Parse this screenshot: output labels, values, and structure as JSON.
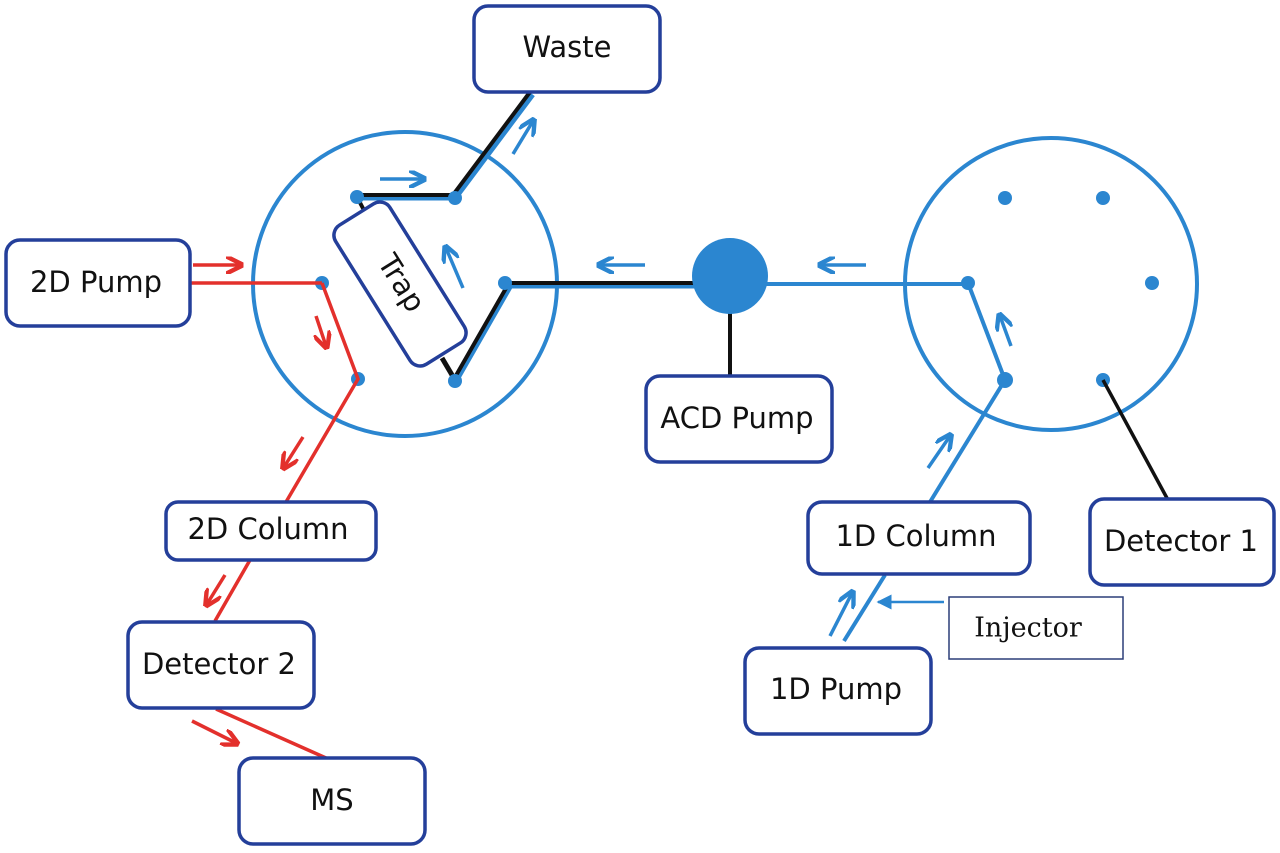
{
  "diagram": {
    "type": "two-dimensional liquid chromatography flow schematic",
    "colors": {
      "valve_blue": "#2b86d0",
      "box_border": "#243f9a",
      "flow_red": "#e3302c",
      "line_black": "#111111",
      "injector_border": "#2c3e78"
    },
    "nodes": {
      "waste": "Waste",
      "pump_2d": "2D Pump",
      "trap": "Trap",
      "acd_pump": "ACD Pump",
      "column_2d": "2D Column",
      "detector_2": "Detector 2",
      "ms": "MS",
      "column_1d": "1D Column",
      "detector_1": "Detector 1",
      "injector": "Injector",
      "pump_1d": "1D Pump"
    },
    "components": {
      "left_valve": "Switching valve with trap (6 ports)",
      "right_valve": "Switching valve (6 ports)",
      "mixing_tee": "Mixing tee joining 1D flow with ACD pump"
    },
    "flows": [
      {
        "from": "1D Pump",
        "to": "1D Column",
        "color": "blue"
      },
      {
        "from": "Injector",
        "to": "1D pump line",
        "color": "blue"
      },
      {
        "from": "1D Column",
        "to": "Right valve",
        "color": "blue"
      },
      {
        "from": "Right valve",
        "to": "Mixing tee",
        "color": "blue"
      },
      {
        "from": "ACD Pump",
        "to": "Mixing tee",
        "color": "black"
      },
      {
        "from": "Mixing tee",
        "to": "Left valve / Trap",
        "color": "blue"
      },
      {
        "from": "Trap",
        "to": "Waste",
        "color": "blue"
      },
      {
        "from": "Right valve",
        "to": "Detector 1",
        "color": "black"
      },
      {
        "from": "2D Pump",
        "to": "Left valve",
        "color": "red"
      },
      {
        "from": "Left valve",
        "to": "2D Column",
        "color": "red"
      },
      {
        "from": "2D Column",
        "to": "Detector 2",
        "color": "red"
      },
      {
        "from": "Detector 2",
        "to": "MS",
        "color": "red"
      }
    ]
  }
}
